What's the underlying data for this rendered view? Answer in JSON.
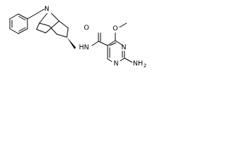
{
  "atom_labels": {
    "bridge_n": "N",
    "amide_o": "O",
    "amide_nh": "N",
    "amide_h": "H",
    "ring_n_right": "N",
    "ring_n_bottom": "N",
    "methoxy_o": "O",
    "amino_nh2": "NH",
    "amino_sub": "2"
  }
}
